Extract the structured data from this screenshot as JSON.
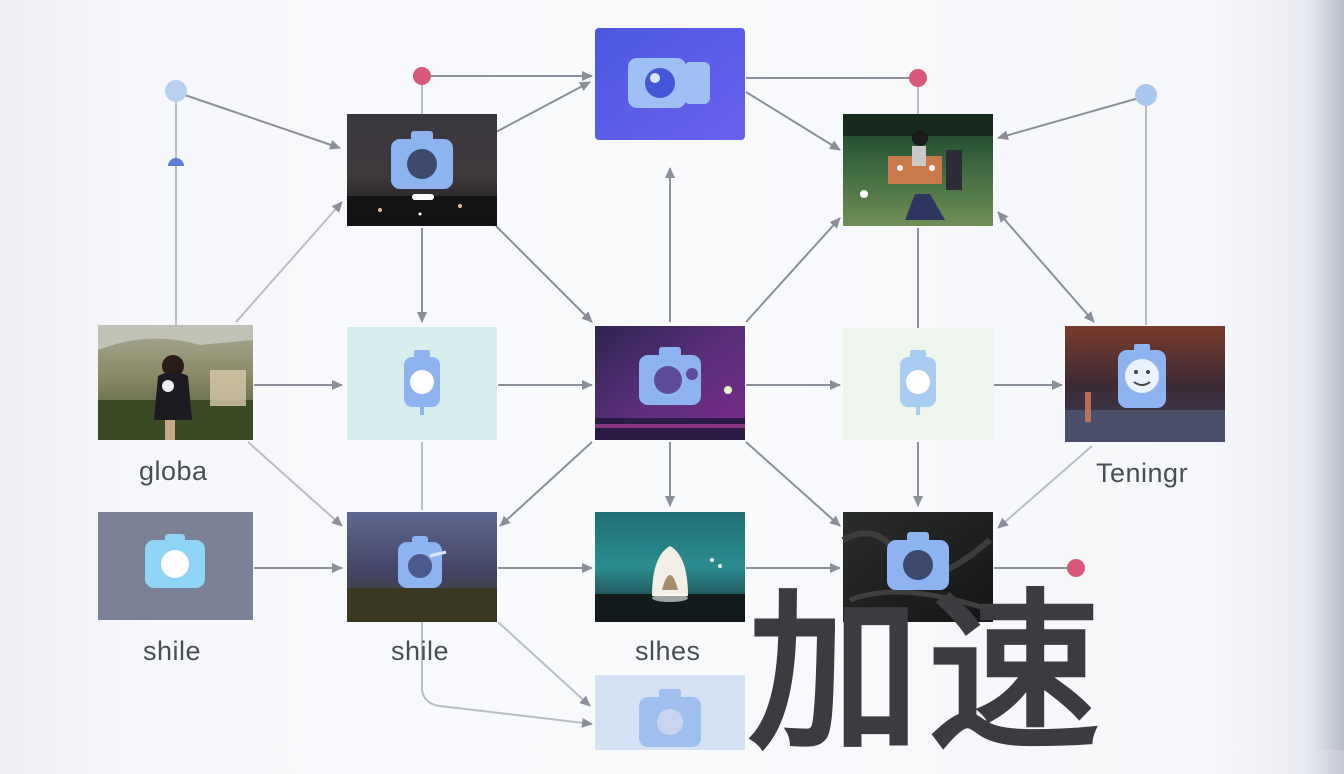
{
  "labels": {
    "globa": "globa",
    "teninge": "Teningr",
    "shile_left": "shile",
    "shile_mid": "shile",
    "slhes": "slhes"
  },
  "overlay_text": "加速",
  "colors": {
    "edge": "#8a8f99",
    "dot_blue": "#a9c6ee",
    "dot_red": "#d9587c",
    "camera_icon": "#8db3f0",
    "top_node": "#5a5ee8"
  },
  "nodes": [
    {
      "id": "top",
      "style": "solid-blue",
      "icon": "camera-icon"
    },
    {
      "id": "r1-left",
      "style": "dark-photo",
      "icon": "camera-icon"
    },
    {
      "id": "r1-right",
      "style": "field-photo",
      "icon": "none"
    },
    {
      "id": "r2-1",
      "style": "woman-photo",
      "icon": "none"
    },
    {
      "id": "r2-2",
      "style": "pale-cyan",
      "icon": "lantern-icon"
    },
    {
      "id": "r2-3",
      "style": "purple-photo",
      "icon": "camera-icon"
    },
    {
      "id": "r2-4",
      "style": "pale-green",
      "icon": "lantern-icon"
    },
    {
      "id": "r2-5",
      "style": "stage-photo",
      "icon": "face-icon"
    },
    {
      "id": "r3-1",
      "style": "gray-slate",
      "icon": "camera-icon"
    },
    {
      "id": "r3-2",
      "style": "dusk-photo",
      "icon": "camera-icon"
    },
    {
      "id": "r3-3",
      "style": "teal-photo",
      "icon": "figure-icon"
    },
    {
      "id": "r3-4",
      "style": "dark-photo2",
      "icon": "camera-icon"
    },
    {
      "id": "bottom",
      "style": "pale-blue",
      "icon": "camera-icon"
    }
  ]
}
